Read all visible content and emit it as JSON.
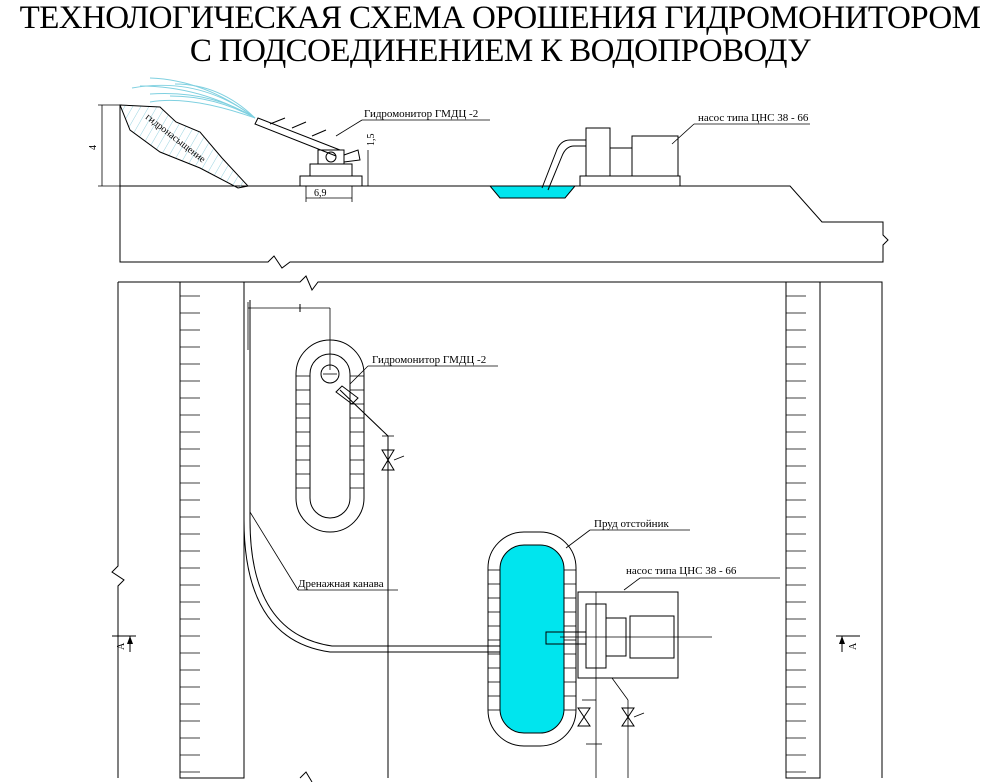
{
  "title": {
    "line1": "ТЕХНОЛОГИЧЕСКАЯ СХЕМА ОРОШЕНИЯ ГИДРОМОНИТОРОМ",
    "line2": "С ПОДСОЕДИНЕНИЕМ К ВОДОПРОВОДУ"
  },
  "section": {
    "hydromonitor_label": "Гидромонитор ГМДЦ -2",
    "pump_label": "насос типа ЦНС 38 - 66",
    "slope_text": "гидронасыщение",
    "dim_height": "4",
    "dim_width": "6,9",
    "dim_small": "1,5"
  },
  "plan": {
    "hydromonitor_label": "Гидромонитор ГМДЦ -2",
    "pond_label": "Пруд отстойник",
    "pump_label": "насос  типа ЦНС 38 - 66",
    "ditch_label": "Дренажная канава",
    "section_mark_left": "А",
    "section_mark_right": "А"
  },
  "colors": {
    "water": "#00e5ee",
    "water_light": "#b8f2f7",
    "ink": "#000000"
  }
}
